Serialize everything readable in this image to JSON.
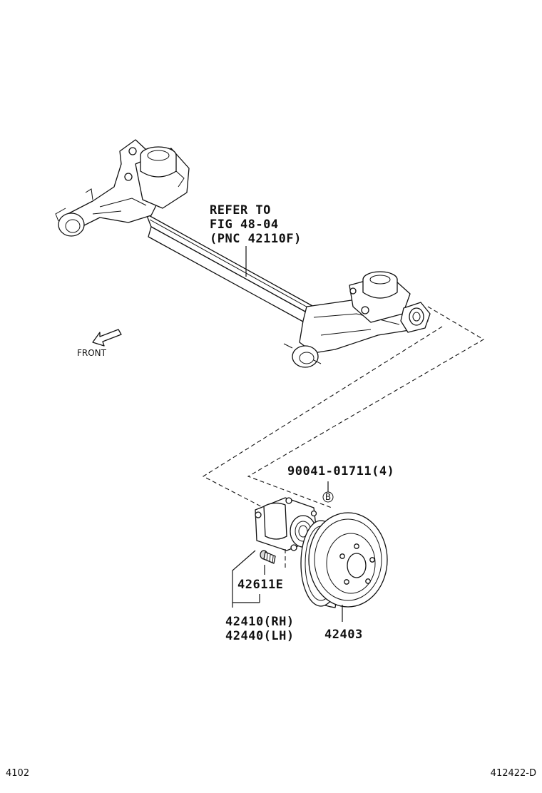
{
  "diagram": {
    "refer_note": {
      "line1": "REFER TO",
      "line2": "FIG 48-04",
      "line3": "(PNC 42110F)"
    },
    "front_label": "FRONT",
    "callouts": {
      "bolt_part": "90041-01711(4)",
      "bolt_marker": "B",
      "hub_bolt": "42611E",
      "hub_rh": "42410(RH)",
      "hub_lh": "42440(LH)",
      "drum": "42403"
    },
    "footer": {
      "left_code": "4102",
      "right_code": "412422-D"
    }
  }
}
